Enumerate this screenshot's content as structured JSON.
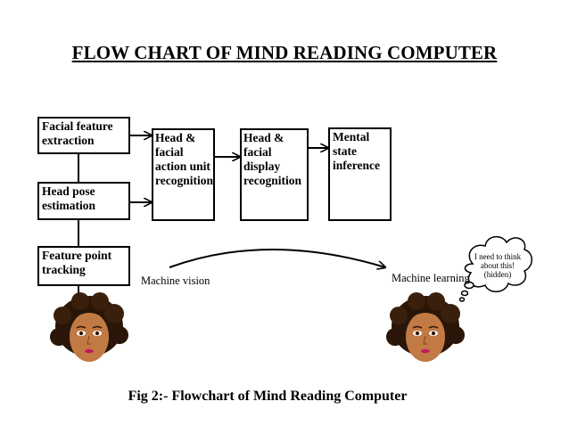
{
  "title": "FLOW CHART OF MIND READING COMPUTER",
  "caption": "Fig 2:- Flowchart of Mind Reading Computer",
  "boxes": {
    "facial_feature": "Facial feature extraction",
    "head_pose": "Head pose estimation",
    "feature_point": "Feature point tracking",
    "action_unit": "Head & facial action unit recognition",
    "display": "Head & facial display recognition",
    "mental_state": "Mental state inference"
  },
  "labels": {
    "machine_vision": "Machine vision",
    "machine_learning": "Machine learning"
  },
  "thought_bubble": "I need to think about this! (hidden)"
}
